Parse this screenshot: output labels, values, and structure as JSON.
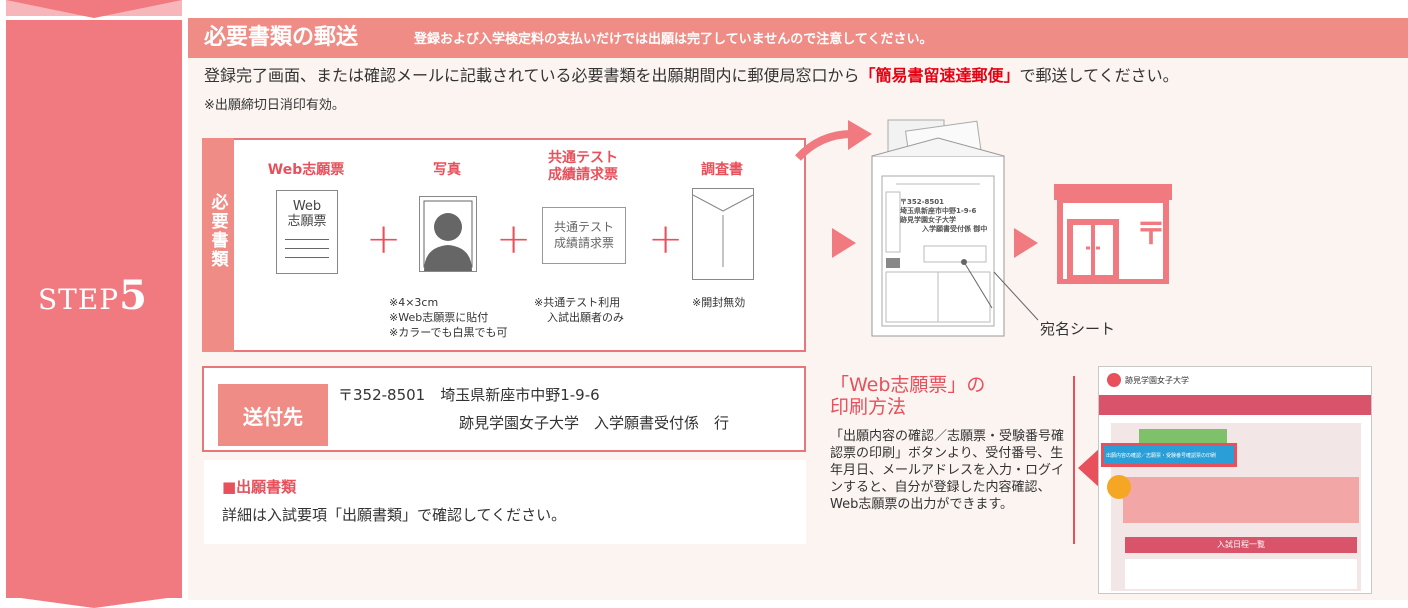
{
  "step": {
    "prefix": "STEP",
    "number": "5"
  },
  "header": {
    "title": "必要書類の郵送",
    "note": "登録および入学検定料の支払いだけでは出願は完了していませんので注意してください。"
  },
  "intro": {
    "before": "登録完了画面、または確認メールに記載されている必要書類を出願期間内に郵便局窓口から",
    "emphasis": "「簡易書留速達郵便」",
    "after": "で郵送してください。",
    "note": "※出願締切日消印有効。"
  },
  "required_docs": {
    "side_label": "必要書類",
    "items": [
      {
        "title": "Web志願票",
        "icon_text": "Web\n志願票",
        "notes": []
      },
      {
        "title": "写真",
        "notes": [
          "※4×3cm",
          "※Web志願票に貼付",
          "※カラーでも白黒でも可"
        ]
      },
      {
        "title": "共通テスト\n成績請求票",
        "icon_text": "共通テスト\n成績請求票",
        "notes": [
          "※共通テスト利用",
          "入試出願者のみ"
        ]
      },
      {
        "title": "調査書",
        "notes": [
          "※開封無効"
        ]
      }
    ],
    "plus": "+"
  },
  "envelope_label": {
    "postal_code": "〒352-8501",
    "line1": "埼玉県新座市中野1-9-6",
    "line2": "跡見学園女子大学",
    "line3": "入学願書受付係 御中"
  },
  "atena_label": "宛名シート",
  "address": {
    "badge": "送付先",
    "line1": "〒352-8501　埼玉県新座市中野1-9-6",
    "line2": "跡見学園女子大学　入学願書受付係　行"
  },
  "application_docs": {
    "title": "■出願書類",
    "text": "詳細は入試要項「出願書類」で確認してください。"
  },
  "print_method": {
    "title_line1": "「Web志願票」の",
    "title_line2": "印刷方法",
    "text": "「出願内容の確認／志願票・受験番号確認票の印刷」ボタンより、受付番号、生年月日、メールアドレスを入力・ログインすると、自分が登録した内容確認、Web志願票の出力ができます。"
  },
  "screenshot": {
    "site_name": "跡見学園女子大学",
    "button_label": "出願内容の確認／志願票・受験番号確認票の印刷",
    "section_title": "入試日程一覧"
  },
  "colors": {
    "accent": "#e8505b",
    "pink": "#ef8c85",
    "step": "#f07a7f",
    "bg": "#fbf4f1"
  }
}
